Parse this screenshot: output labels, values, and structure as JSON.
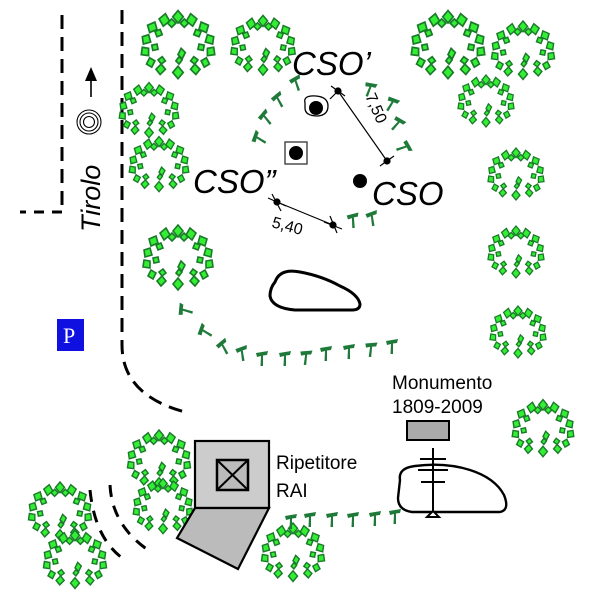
{
  "map": {
    "labels": {
      "cso": "CSO",
      "cso_prime": "CSO’",
      "cso_double_prime": "CSO”",
      "tirolo": "Tirolo",
      "monument_line1": "Monumento",
      "monument_line2": "1809-2009",
      "repeater_line1": "Ripetitore",
      "repeater_line2": "RAI",
      "parking": "P"
    },
    "dimensions": {
      "distance_a": "7,50",
      "distance_b": "5,40"
    },
    "icons": {
      "direction": "arrow-up-icon",
      "target": "concentric-circles-icon",
      "parking": "parking-sign-icon",
      "tree": "tree-icon",
      "shrub": "shrub-marker-icon",
      "repeater": "antenna-box-icon",
      "monument": "monument-cross-icon"
    },
    "colors": {
      "tree_light": "#33ee33",
      "tree_dark": "#1a7a2a",
      "shrub": "#1f7a3a",
      "parking_bg": "#1010e0",
      "building": "#cccccc",
      "building_dark": "#bbbbbb",
      "monument_plate": "#aaaaaa"
    }
  }
}
